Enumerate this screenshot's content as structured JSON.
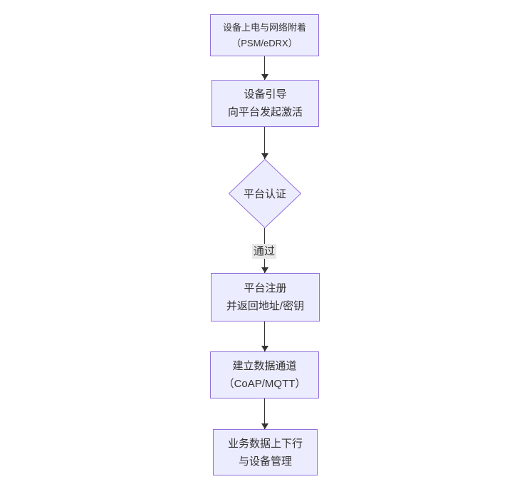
{
  "diagram": {
    "type": "flowchart",
    "direction": "top-down",
    "background": "#ffffff",
    "nodes": [
      {
        "id": "power-attach",
        "shape": "rectangle",
        "lines": [
          "设备上电与网络附着",
          "（PSM/eDRX）"
        ]
      },
      {
        "id": "bootstrap",
        "shape": "rectangle",
        "lines": [
          "设备引导",
          "向平台发起激活"
        ]
      },
      {
        "id": "platform-auth",
        "shape": "diamond",
        "lines": [
          "平台认证"
        ]
      },
      {
        "id": "platform-register",
        "shape": "rectangle",
        "lines": [
          "平台注册",
          "并返回地址/密钥"
        ]
      },
      {
        "id": "data-channel",
        "shape": "rectangle",
        "lines": [
          "建立数据通道",
          "（CoAP/MQTT）"
        ]
      },
      {
        "id": "business-data",
        "shape": "rectangle",
        "lines": [
          "业务数据上下行",
          "与设备管理"
        ]
      }
    ],
    "edges": [
      {
        "from": "power-attach",
        "to": "bootstrap",
        "label": ""
      },
      {
        "from": "bootstrap",
        "to": "platform-auth",
        "label": ""
      },
      {
        "from": "platform-auth",
        "to": "platform-register",
        "label": "通过"
      },
      {
        "from": "platform-register",
        "to": "data-channel",
        "label": ""
      },
      {
        "from": "data-channel",
        "to": "business-data",
        "label": ""
      }
    ],
    "colors": {
      "node_fill": "#ECECFF",
      "node_border": "#9370DB",
      "text": "#333333",
      "arrow": "#333333",
      "edge_label_bg": "#E8E8E8"
    }
  }
}
